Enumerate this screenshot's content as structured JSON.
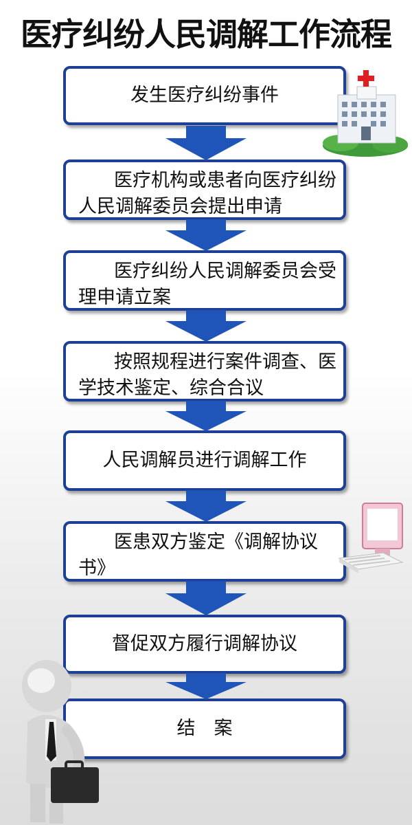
{
  "title": "医疗纠纷人民调解工作流程",
  "steps": [
    {
      "text": "发生医疗纠纷事件"
    },
    {
      "text": "医疗机构或患者向医疗纠纷人民调解委员会提出申请"
    },
    {
      "text": "医疗纠纷人民调解委员会受理申请立案"
    },
    {
      "text": "按照规程进行案件调查、医学技术鉴定、综合合议"
    },
    {
      "text": "人民调解员进行调解工作"
    },
    {
      "text": "医患双方鉴定《调解协议书》"
    },
    {
      "text": "督促双方履行调解协议"
    },
    {
      "text": "结　案"
    }
  ],
  "colors": {
    "box_border": "#1d3f95",
    "arrow": "#1f55b8",
    "title": "#111111"
  },
  "icons": [
    "hospital-icon",
    "computer-icon",
    "businessman-figure"
  ]
}
